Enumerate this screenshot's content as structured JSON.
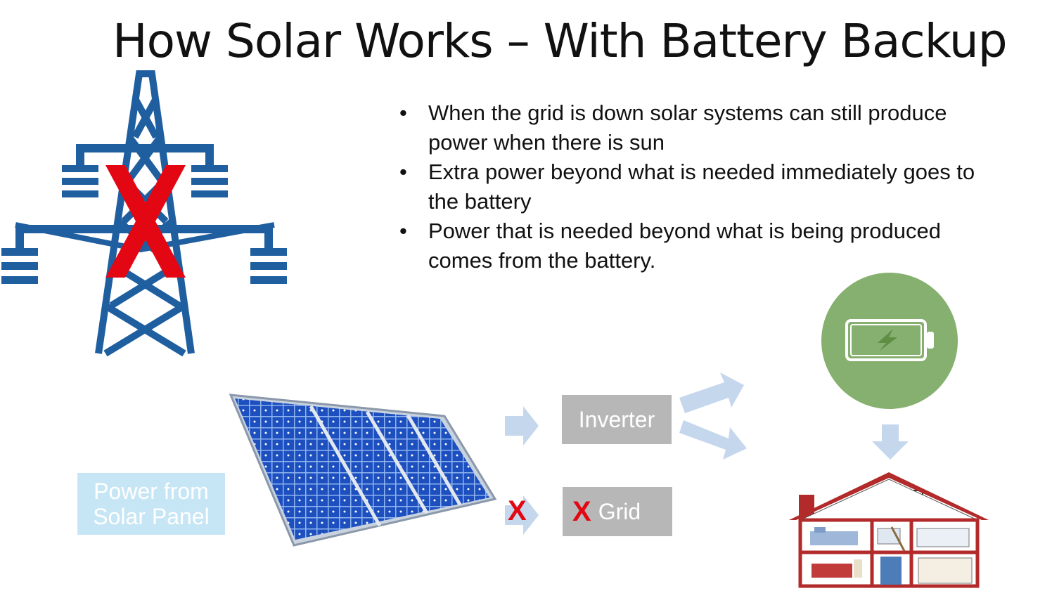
{
  "title": "How Solar Works – With Battery Backup",
  "bullets": [
    "When the grid is down solar systems can still produce power when there is sun",
    "Extra power beyond what is needed immediately goes to the battery",
    "Power that is needed beyond what is being produced comes from the battery."
  ],
  "labels": {
    "inverter": "Inverter",
    "grid": "Grid",
    "grid_x": "X",
    "solar_line1": "Power from",
    "solar_line2": "Solar Panel",
    "arrow_x": "X"
  },
  "colors": {
    "tower_blue": "#1f5fa0",
    "cross_red": "#e30613",
    "arrow_blue": "#c5d7ec",
    "box_gray": "#b7b7b7",
    "battery_green": "#86b06f",
    "panel_blue": "#1d4fbf",
    "label_bg": "#c6e6f5"
  }
}
